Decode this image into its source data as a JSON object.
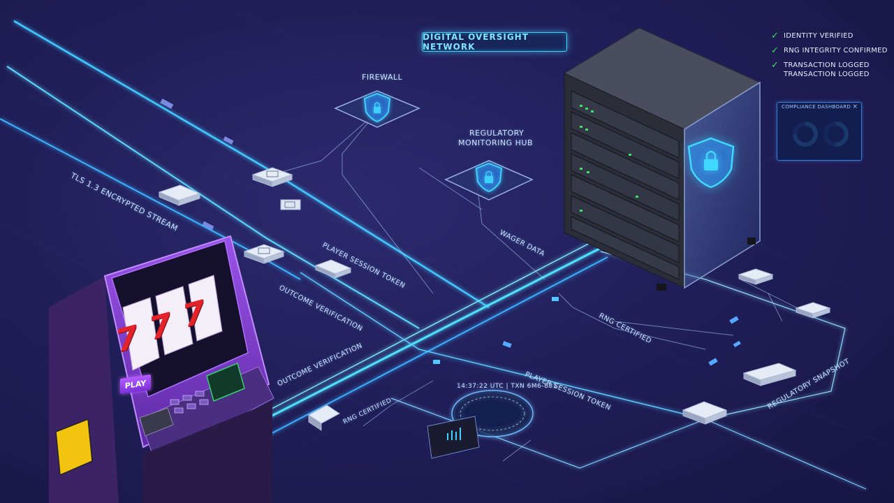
{
  "title": "DIGITAL OVERSIGHT NETWORK",
  "nodes": {
    "firewall": "FIREWALL",
    "hub_line1": "REGULATORY",
    "hub_line2": "MONITORING HUB"
  },
  "flow_labels": {
    "tls": "TLS 1.3 ENCRYPTED STREAM",
    "player_session_upper": "PLAYER SESSION TOKEN",
    "outcome_upper": "OUTCOME VERIFICATION",
    "outcome_lower": "OUTCOME VERIFICATION",
    "rng_certified_lower": "RNG CERTIFIED",
    "player_session_lower": "PLAYER SESSION TOKEN",
    "wager_data": "WAGER DATA",
    "rng_certified_right": "RNG CERTIFIED",
    "regulatory_snapshot": "REGULATORY SNAPSHOT"
  },
  "timestamp": "14:37:22 UTC | TXN 6M6-881",
  "checklist": [
    {
      "text": "IDENTITY VERIFIED",
      "icon": "check-icon"
    },
    {
      "text": "RNG INTEGRITY CONFIRMED",
      "icon": "check-icon"
    },
    {
      "text": "TRANSACTION LOGGED",
      "text2": "TRANSACTION LOGGED",
      "icon": "check-icon"
    }
  ],
  "dashboard": {
    "title": "COMPLIANCE DASHBOARD",
    "close": "×"
  },
  "machine": {
    "play": "PLAY",
    "reel_symbol": "7"
  },
  "colors": {
    "accent": "#3fd3ff",
    "check": "#3fe35a",
    "machine": "#8a3fd6",
    "shield": "#3fb8ff"
  }
}
